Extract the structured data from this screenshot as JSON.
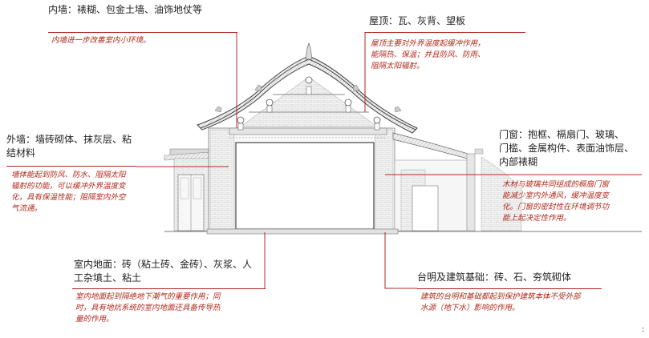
{
  "annotations": {
    "inner_wall": {
      "title": "内墙：裱糊、包金土墙、油饰地仗等",
      "desc": "内墙进一步改善室内小环境。"
    },
    "roof": {
      "title": "屋顶：瓦、灰背、望板",
      "desc": [
        "屋顶主要对外界温度起缓冲作用，",
        "能隔热、保温；并且防风、防雨、",
        "阻隔太阳辐射。"
      ]
    },
    "outer_wall": {
      "title": [
        "外墙：墙砖砌体、抹灰层、粘",
        "结材料"
      ],
      "desc": [
        "墙体能起到防风、防水、阻隔太阳",
        "辐射的功能，可以缓冲外界温度变",
        "化，具有保温性能；阻隔室内外空",
        "气流通。"
      ]
    },
    "doors_windows": {
      "title": [
        "门窗：抱框、槅扇门、玻璃、",
        "门槛、金属构件、表面油饰层、",
        "内部裱糊"
      ],
      "desc": [
        "木材与玻璃共同组成的槅扇门窗",
        "能减少室内外通风，缓冲温度变",
        "化。门窗的密封性在环境调节功",
        "能上起决定性作用。"
      ]
    },
    "floor": {
      "title": [
        "室内地面：砖（粘土砖、金砖）、灰浆、人",
        "工杂填土、粘土"
      ],
      "desc": [
        "室内地面起到隔绝地下潮气的重要作用；同",
        "时，具有地炕系统的室内地面还具备传导热",
        "量的作用。"
      ]
    },
    "foundation": {
      "title": "台明及建筑基础：砖、石、夯筑砌体",
      "desc": [
        "建筑的台明和基础都起到保护建筑本体不受外部",
        "水源（地下水）影响的作用。"
      ]
    }
  },
  "page_mark": ":",
  "colors": {
    "annotation_red": "#b02a1c",
    "line_gray": "#9a9a9a",
    "dark_line": "#555555"
  }
}
